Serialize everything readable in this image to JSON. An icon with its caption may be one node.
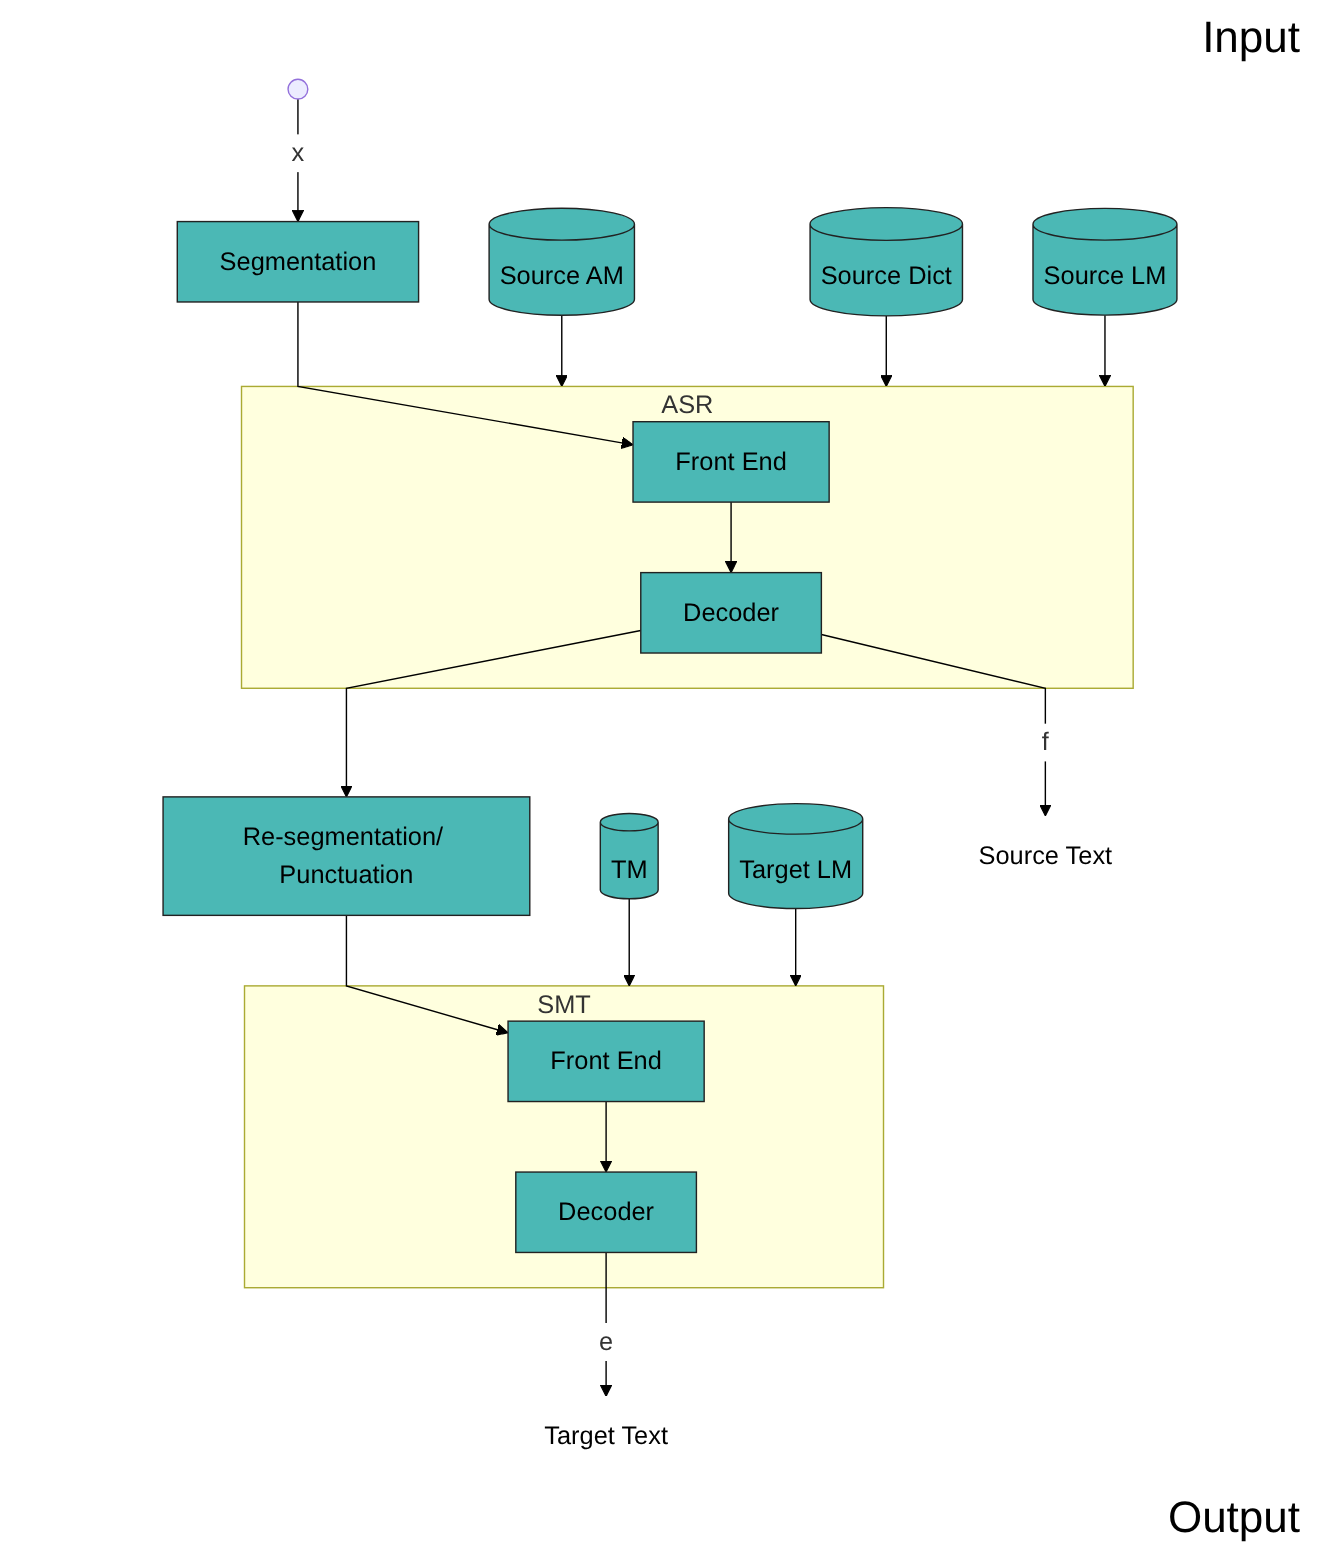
{
  "diagram": {
    "nodes": [
      {
        "text": [],
        "shape": "circle"
      },
      {
        "text": [
          "Segmentation"
        ]
      },
      {
        "text": [
          "ASR"
        ]
      },
      {
        "text": [
          "Front End"
        ],
        "in": 2
      },
      {
        "text": [
          "Decoder"
        ],
        "in": 2
      },
      {
        "text": [
          "Source AM"
        ]
      },
      {
        "text": [
          "Source Dict"
        ]
      },
      {
        "text": [
          "Source LM"
        ]
      },
      {
        "text": [
          "Re-segmentation/ Punctuation"
        ]
      },
      {
        "text": [
          "SMT"
        ]
      },
      {
        "text": [
          "Front End"
        ],
        "in": 9
      },
      {
        "text": [
          "Decoder"
        ],
        "in": 9
      },
      {
        "text": [
          "TM"
        ]
      },
      {
        "text": [
          "Target LM"
        ]
      },
      {
        "text": [
          "Source Text"
        ]
      },
      {
        "text": [
          "Target Text"
        ]
      }
    ],
    "edges": [
      {
        "from": 0,
        "to": 1,
        "arrow": "to",
        "label": "x"
      },
      {
        "from": 1,
        "to": 3,
        "arrow": "to"
      },
      {
        "from": 3,
        "to": 4,
        "arrow": "to"
      },
      {
        "from": 5,
        "to": 2,
        "arrow": "to"
      },
      {
        "from": 6,
        "to": 2,
        "arrow": "to"
      },
      {
        "from": 7,
        "to": 2,
        "arrow": "to"
      },
      {
        "from": 4,
        "to": 8,
        "arrow": "to"
      },
      {
        "from": 4,
        "to": 14,
        "arrow": "to",
        "label": "f"
      },
      {
        "from": 8,
        "to": 10,
        "arrow": "to"
      },
      {
        "from": 10,
        "to": 11,
        "arrow": "to"
      },
      {
        "from": 12,
        "to": 9,
        "arrow": "to"
      },
      {
        "from": 13,
        "to": 9,
        "arrow": "to"
      },
      {
        "from": 11,
        "to": 15,
        "arrow": "to",
        "label": "e"
      }
    ],
    "labels": [
      "Input",
      "Output"
    ]
  }
}
